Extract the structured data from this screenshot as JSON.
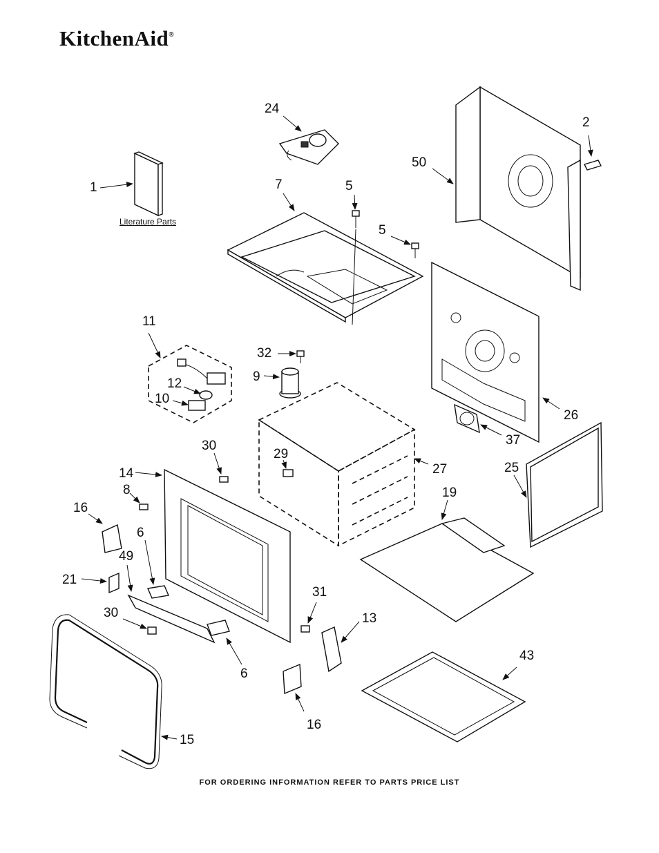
{
  "brand": {
    "logo_text": "KitchenAid",
    "trademark": "®"
  },
  "literature_label": "Literature Parts",
  "footer_text": "FOR ORDERING INFORMATION REFER TO PARTS PRICE LIST",
  "callouts": {
    "c1": "1",
    "c2": "2",
    "c5a": "5",
    "c5b": "5",
    "c6a": "6",
    "c6b": "6",
    "c7": "7",
    "c8": "8",
    "c9": "9",
    "c10": "10",
    "c11": "11",
    "c12": "12",
    "c13": "13",
    "c14": "14",
    "c15": "15",
    "c16a": "16",
    "c16b": "16",
    "c19": "19",
    "c21": "21",
    "c24": "24",
    "c25": "25",
    "c26": "26",
    "c27": "27",
    "c29": "29",
    "c30a": "30",
    "c30b": "30",
    "c31": "31",
    "c32": "32",
    "c37": "37",
    "c43": "43",
    "c49": "49",
    "c50": "50"
  }
}
